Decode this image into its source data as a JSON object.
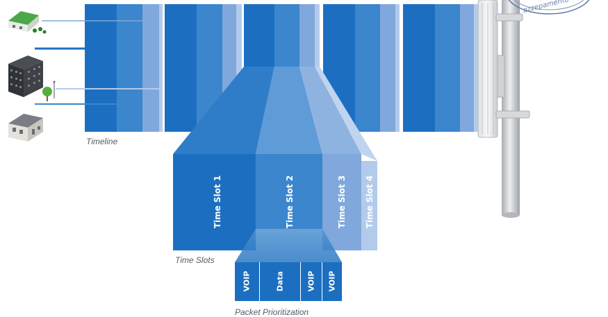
{
  "captions": {
    "timeline": "Timeline",
    "time_slots": "Time Slots",
    "packet_prioritization": "Packet Prioritization"
  },
  "time_slots": [
    {
      "label": "Time Slot 1"
    },
    {
      "label": "Time Slot 2"
    },
    {
      "label": "Time Slot 3"
    },
    {
      "label": "Time Slot 4"
    }
  ],
  "packets": [
    {
      "label": "VOIP"
    },
    {
      "label": "Data"
    },
    {
      "label": "VOIP"
    },
    {
      "label": "VOIP"
    }
  ],
  "stamp": {
    "text": "azzepamento"
  },
  "colors": {
    "slot1": "#1c6fc0",
    "slot2": "#3b86cc",
    "slot3": "#80a8dc",
    "slot4": "#b3cbeb",
    "pole": "#c8cbcf"
  },
  "icons": [
    "farmhouse-icon",
    "office-building-icon",
    "tree-icon",
    "house-icon",
    "antenna-pole-icon"
  ]
}
